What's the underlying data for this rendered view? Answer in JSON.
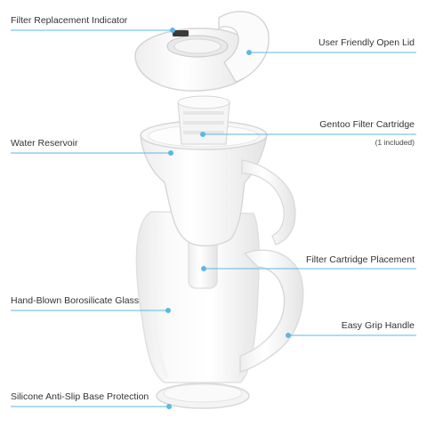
{
  "accent_color": "#5bb8e6",
  "labels": {
    "filter_replacement_indicator": "Filter Replacement Indicator",
    "user_friendly_open_lid": "User Friendly Open Lid",
    "gentoo_filter_cartridge": "Gentoo Filter Cartridge",
    "gentoo_filter_cartridge_note": "(1 included)",
    "water_reservoir": "Water Reservoir",
    "filter_cartridge_placement": "Filter Cartridge Placement",
    "hand_blown_borosilicate_glass": "Hand-Blown Borosilicate Glass",
    "easy_grip_handle": "Easy Grip Handle",
    "silicone_base": "Silicone Anti-Slip Base Protection"
  }
}
